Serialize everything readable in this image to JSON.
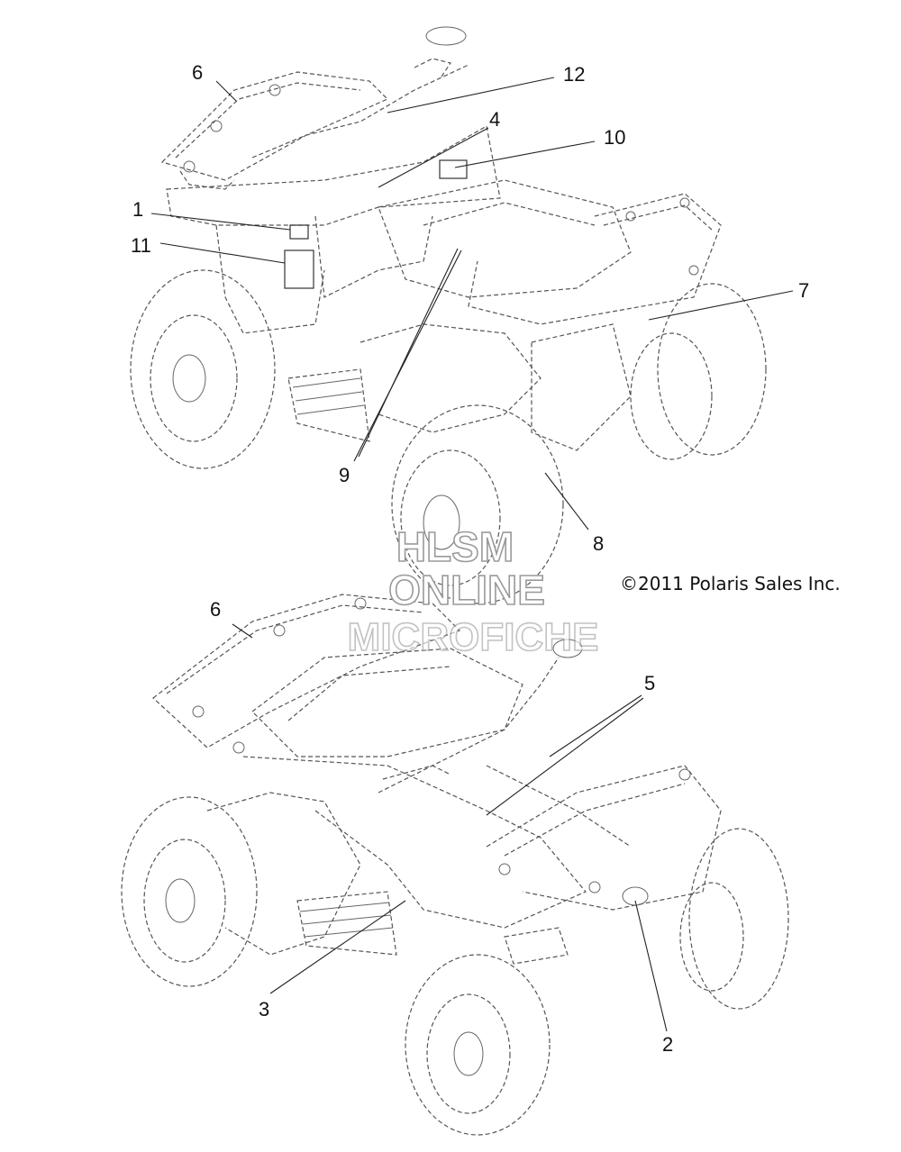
{
  "callouts": {
    "c1": "1",
    "c2": "2",
    "c3": "3",
    "c4": "4",
    "c5": "5",
    "c6a": "6",
    "c6b": "6",
    "c7": "7",
    "c8": "8",
    "c9": "9",
    "c10": "10",
    "c11": "11",
    "c12": "12"
  },
  "watermark": {
    "line1": "HLSM",
    "line2": "ONLINE",
    "line3": "MICROFICHE"
  },
  "copyright": "©2011 Polaris Sales Inc."
}
